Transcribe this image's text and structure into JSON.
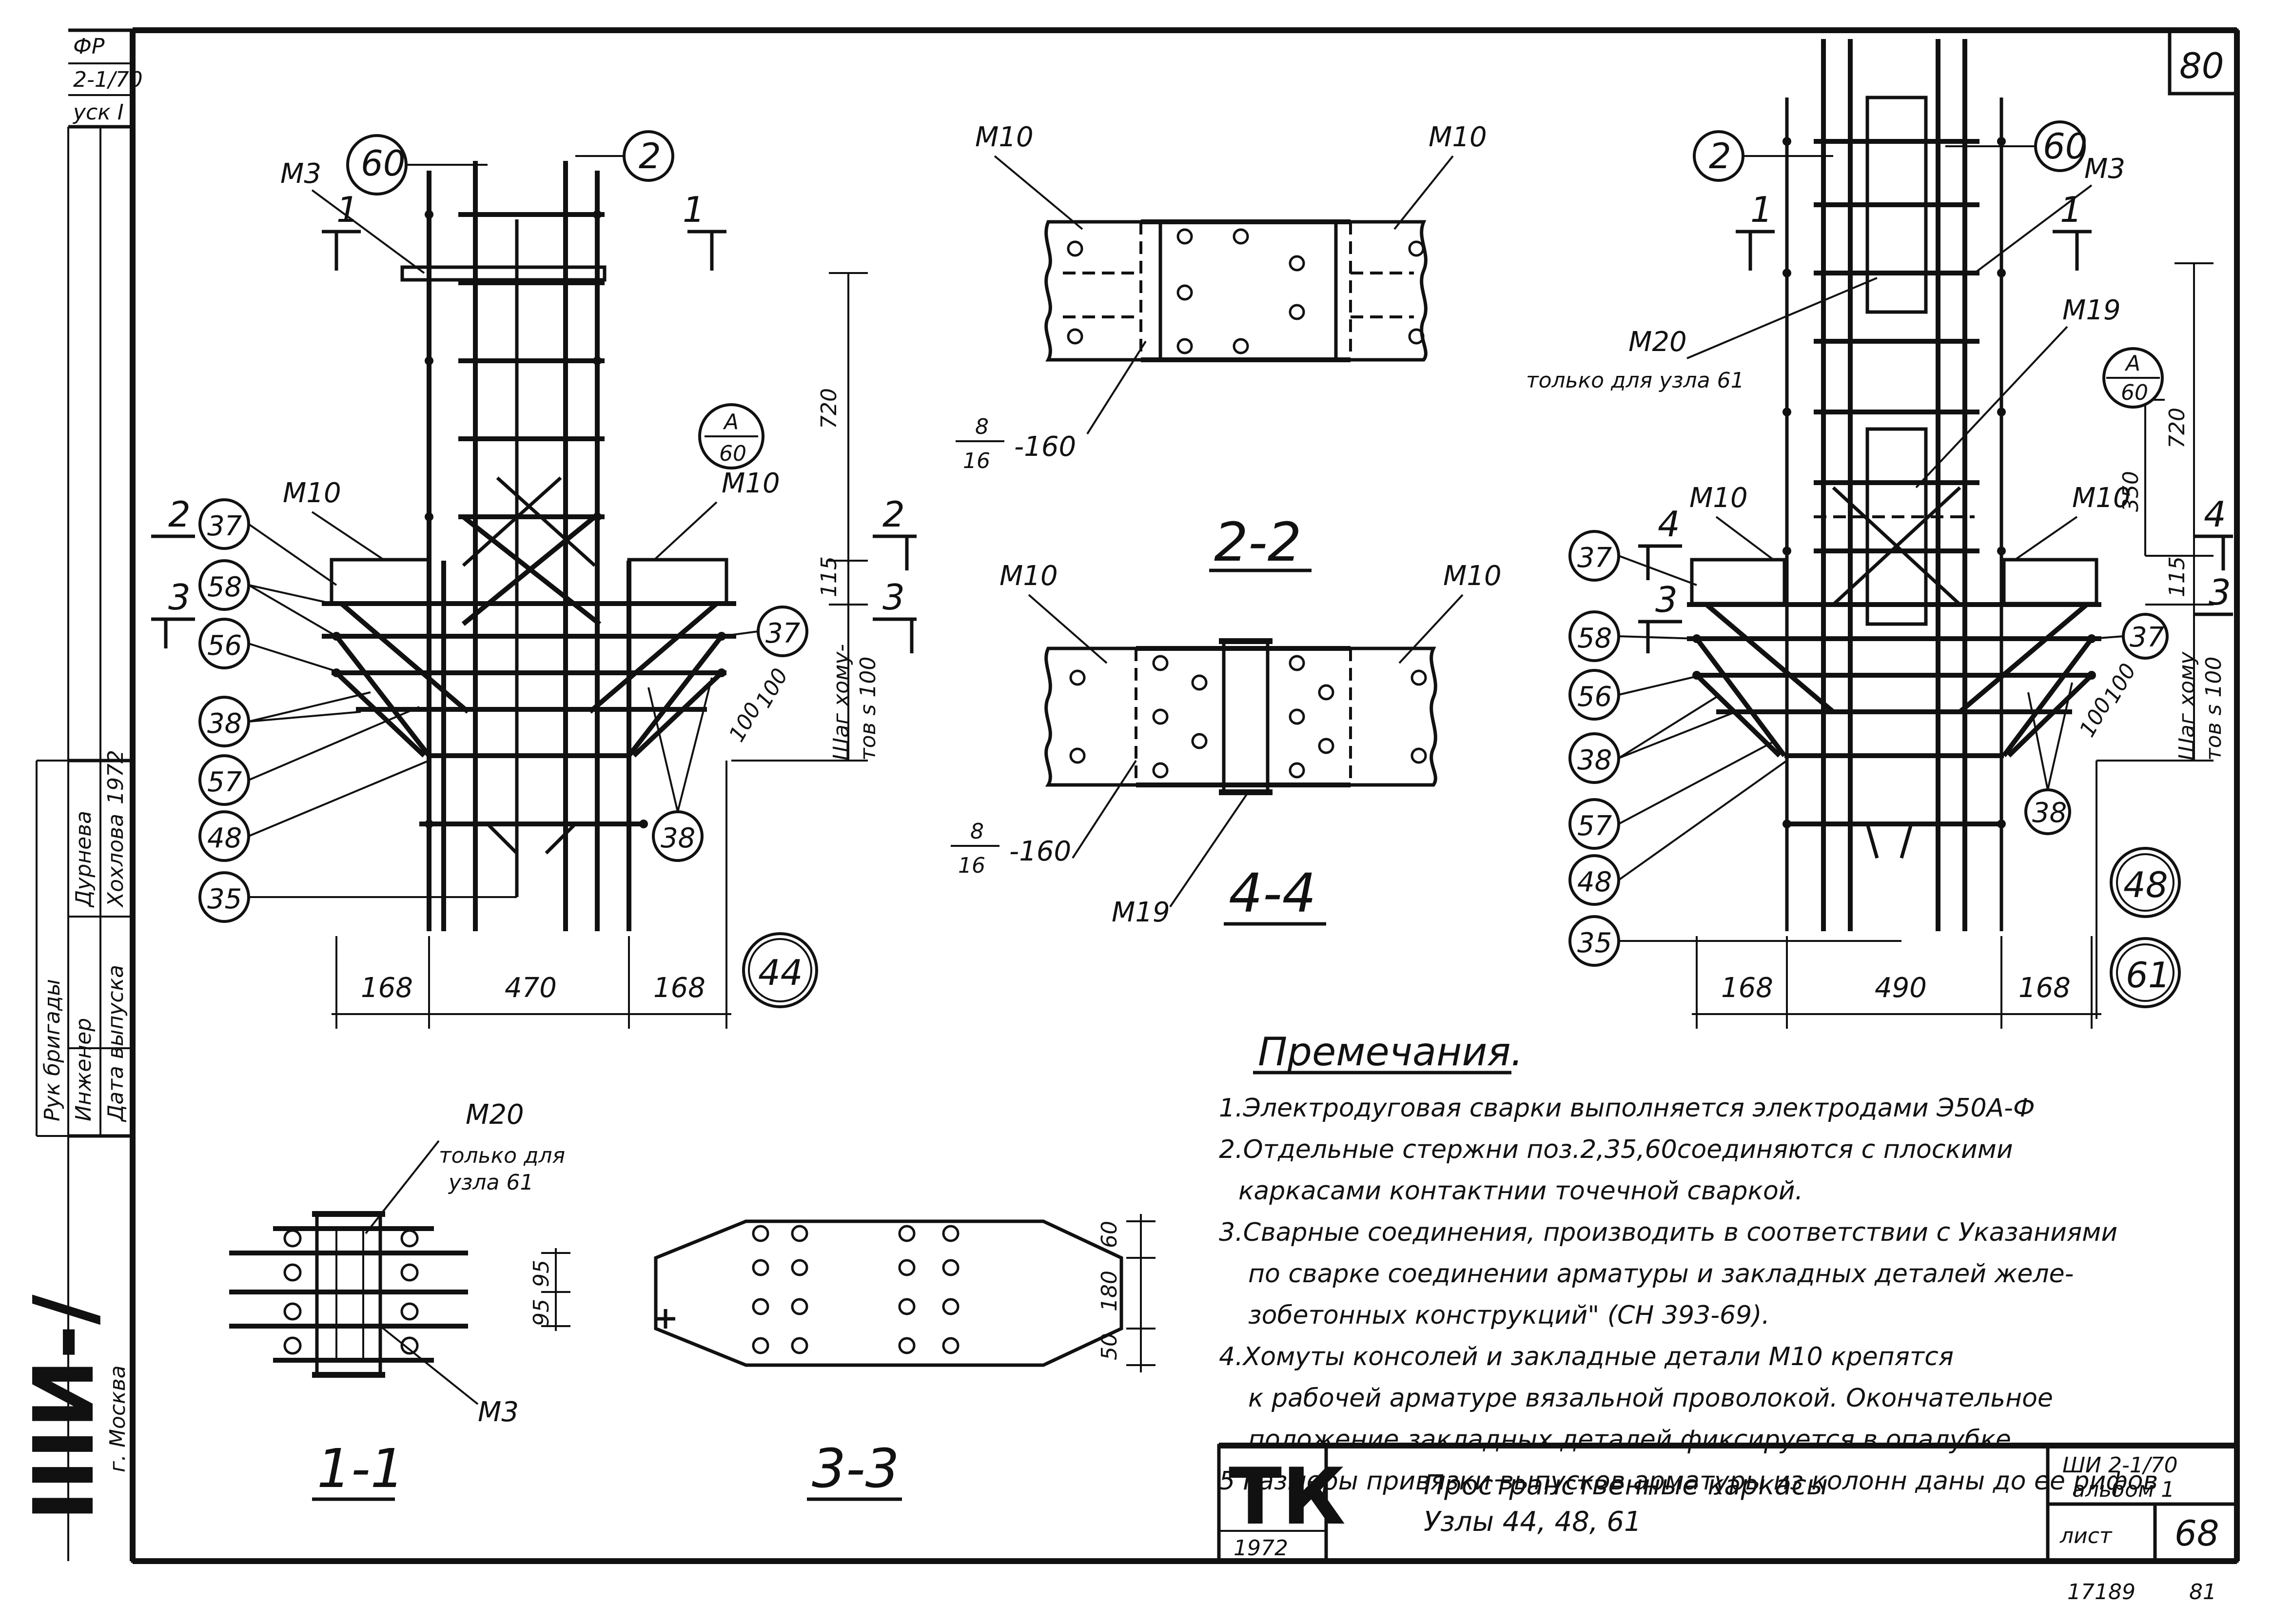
{
  "sheet": {
    "corner_page": "80",
    "stamp": {
      "line1": "ФР",
      "line2": "2-1/70",
      "line3": "уск I"
    },
    "side_block": {
      "roles": [
        "Рук бригады",
        "Инженер",
        "Дата выпуска"
      ],
      "names": [
        "Дурнева",
        "Хохлова",
        "1972"
      ],
      "org_big": "IIIИ-/",
      "city": "г. Москва"
    },
    "notes": {
      "heading": "Премечания.",
      "items": [
        "1.Электродуговая сварки выполняется электродами Э50А-Ф",
        "2.Отдельные стержни поз.2,35,60соединяются с плоскими",
        "каркасами контактнии точечной сваркой.",
        "3.Сварные соединения, производить в соответствии с Указаниями",
        "по сварке соединении арматуры и закладных деталей желе-",
        "зобетонных конструкций\" (СН 393-69).",
        "4.Хомуты консолей и закладные детали М10 крепятся",
        "к рабочей арматуре вязальной проволокой. Окончательное",
        "положение закладных деталей фиксируется в опалубке.",
        "5 Размеры привязки выпусков арматуры из колонн даны до ее рифов"
      ]
    },
    "title_block": {
      "org": "ТК",
      "year": "1972",
      "title1": "Пространственные каркасы",
      "title2": "Узлы 44, 48, 61",
      "series1": "ШИ 2-1/70",
      "series2": "альбом 1",
      "sheet_label": "лист",
      "sheet_no": "68"
    },
    "footer": {
      "code": "17189",
      "num": "81"
    }
  },
  "left_node": {
    "node_badge": "44",
    "m3": "М3",
    "pos_60": "60",
    "pos_2": "2",
    "m10_left": "М10",
    "m10_right": "М10",
    "ref_a": "А",
    "ref_60": "60",
    "callouts_left": [
      "37",
      "58",
      "56",
      "38",
      "57",
      "48",
      "35"
    ],
    "callouts_right": [
      "37",
      "38"
    ],
    "section1": "1",
    "section2": "2",
    "section3": "3",
    "dim_720": "720",
    "dim_115": "115",
    "dim_100a": "100",
    "dim_100b": "100",
    "stirrup_step_1": "Шаг хому-",
    "stirrup_step_2": "тов s 100",
    "dims_bottom": [
      "168",
      "470",
      "168"
    ]
  },
  "section_2_2": {
    "label": "2-2",
    "m10_left": "М10",
    "m10_right": "М10",
    "frac_top": "8",
    "frac_bot": "16",
    "frac_rest": "-160"
  },
  "section_4_4": {
    "label": "4-4",
    "m10_left": "М10",
    "m10_right": "М10",
    "m19": "М19",
    "frac_top": "8",
    "frac_bot": "16",
    "frac_rest": "-160"
  },
  "right_node": {
    "badge_48": "48",
    "badge_61": "61",
    "pos_2": "2",
    "pos_60": "60",
    "m3": "М3",
    "m20": "М20",
    "m20_note": "только для узла 61",
    "m19": "М19",
    "ref_a": "А",
    "ref_60": "60",
    "m10_left": "М10",
    "m10_right": "М10",
    "dim_350": "350",
    "dim_720": "720",
    "dim_115": "115",
    "dim_100": "100",
    "dim_100b": "100",
    "stirrup_step_1": "Шаг хому",
    "stirrup_step_2": "тов s 100",
    "section1": "1",
    "section4": "4",
    "section3": "3",
    "callouts_left": [
      "37",
      "58",
      "56",
      "38",
      "57",
      "48",
      "35"
    ],
    "callouts_right": [
      "37",
      "38"
    ],
    "dims_bottom": [
      "168",
      "490",
      "168"
    ]
  },
  "section_1_1": {
    "label": "1-1",
    "m20": "М20",
    "note1": "только для",
    "note2": "узла 61",
    "m3": "М3",
    "dim_95a": "95",
    "dim_95b": "95"
  },
  "section_3_3": {
    "label": "3-3",
    "dim_60": "60",
    "dim_180": "180",
    "dim_50": "50"
  }
}
